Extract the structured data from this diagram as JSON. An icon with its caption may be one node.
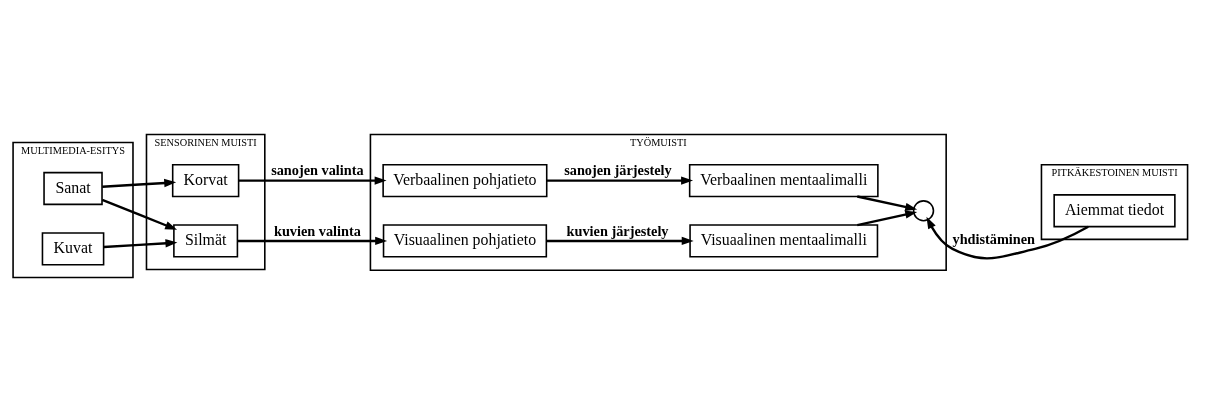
{
  "diagram": {
    "nodes": [
      {
        "text": [
          "MULTIMEDIA-ESITYS"
        ]
      },
      {
        "text": [
          "Sanat"
        ],
        "in": 0
      },
      {
        "text": [
          "Kuvat"
        ],
        "in": 0
      },
      {
        "text": [
          "SENSORINEN MUISTI"
        ]
      },
      {
        "text": [
          "Korvat"
        ],
        "in": 3
      },
      {
        "text": [
          "Silmät"
        ],
        "in": 3
      },
      {
        "text": [
          "TYÖMUISTI"
        ]
      },
      {
        "text": [
          "Verbaalinen pohjatieto"
        ],
        "in": 6
      },
      {
        "text": [
          "Visuaalinen pohjatieto"
        ],
        "in": 6
      },
      {
        "text": [
          "Verbaalinen mentaalimalli"
        ],
        "in": 6
      },
      {
        "text": [
          "Visuaalinen mentaalimalli"
        ],
        "in": 6
      },
      {
        "text": [],
        "shape": "circle",
        "in": 6
      },
      {
        "text": [
          "PITKÄKESTOINEN MUISTI"
        ]
      },
      {
        "text": [
          "Aiemmat tiedot"
        ],
        "in": 12
      }
    ],
    "edges": [
      {
        "from": 1,
        "to": 4,
        "arrow": "to"
      },
      {
        "from": 1,
        "to": 5,
        "arrow": "to"
      },
      {
        "from": 2,
        "to": 5,
        "arrow": "to"
      },
      {
        "from": 4,
        "to": 7,
        "arrow": "to",
        "label": "sanojen valinta"
      },
      {
        "from": 5,
        "to": 8,
        "arrow": "to",
        "label": "kuvien valinta"
      },
      {
        "from": 7,
        "to": 9,
        "arrow": "to",
        "label": "sanojen järjestely"
      },
      {
        "from": 8,
        "to": 10,
        "arrow": "to",
        "label": "kuvien järjestely"
      },
      {
        "from": 9,
        "to": 11,
        "arrow": "to"
      },
      {
        "from": 10,
        "to": 11,
        "arrow": "to"
      },
      {
        "from": 13,
        "to": 11,
        "arrow": "to",
        "label": "yhdistäminen"
      }
    ]
  }
}
